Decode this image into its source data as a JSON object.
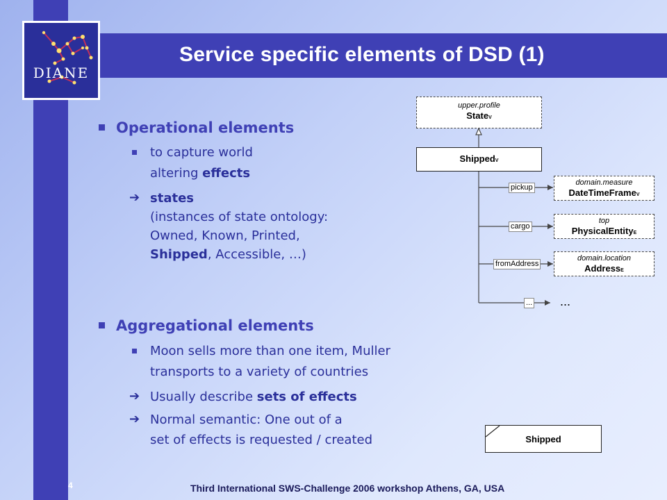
{
  "title": "Service specific elements of DSD (1)",
  "logo": {
    "text": "DIANE"
  },
  "sections": [
    {
      "heading": "Operational elements",
      "item1": {
        "line1": "to capture world",
        "line2a": "altering ",
        "line2b": "effects"
      },
      "states": {
        "label": "states",
        "line2": "(instances of state ontology:",
        "line3": "Owned, Known, Printed,",
        "line4a": "Shipped",
        "line4b": ", Accessible, …)"
      }
    },
    {
      "heading": "Aggregational elements",
      "item1": {
        "line1": "Moon sells more than one item, Muller",
        "line2": "transports to a variety of countries"
      },
      "arrow1": {
        "a": "Usually describe ",
        "b": "sets of effects"
      },
      "arrow2": {
        "line1": "Normal semantic: One out of a",
        "line2": "set of effects is requested / created"
      }
    }
  ],
  "diagram": {
    "state_box": {
      "stereotype": "upper.profile",
      "name": "State",
      "sub": "V"
    },
    "shipped_box": {
      "name": "Shipped",
      "sub": "V"
    },
    "edges": [
      {
        "label": "pickup",
        "target_stereotype": "domain.measure",
        "target_name": "DateTimeFrame",
        "target_sub": "V"
      },
      {
        "label": "cargo",
        "target_stereotype": "top",
        "target_name": "PhysicalEntity",
        "target_sub": "E"
      },
      {
        "label": "fromAddress",
        "target_stereotype": "domain.location",
        "target_name": "Address",
        "target_sub": "E"
      },
      {
        "label": "...",
        "target_text": "..."
      }
    ],
    "bottom_box": {
      "name": "Shipped"
    }
  },
  "footer": "Third International SWS-Challenge 2006 workshop Athens, GA, USA",
  "page_number": "4",
  "colors": {
    "accent": "#3f40b5",
    "text": "#2a2f9a"
  }
}
